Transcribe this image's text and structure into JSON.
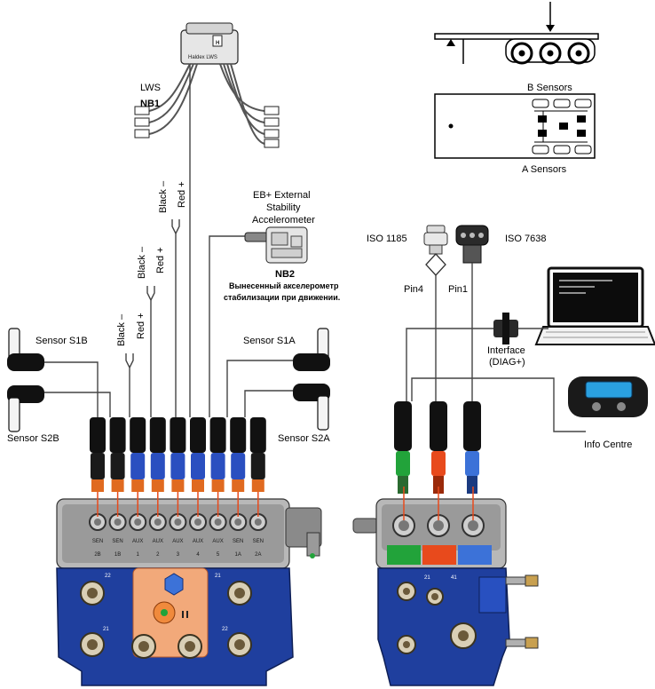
{
  "labels": {
    "lws": "LWS",
    "nb1": "NB1",
    "black": "Black –",
    "red": "Red +",
    "eb_line1": "EB+ External",
    "eb_line2": "Stability",
    "eb_line3": "Accelerometer",
    "nb2": "NB2",
    "nb2_ru1": "Вынесенный акселерометр",
    "nb2_ru2": "стабилизации при движении.",
    "sensor_s1b": "Sensor S1B",
    "sensor_s2b": "Sensor S2B",
    "sensor_s1a": "Sensor S1A",
    "sensor_s2a": "Sensor S2A",
    "b_sensors": "B Sensors",
    "a_sensors": "A Sensors",
    "iso1185": "ISO 1185",
    "iso7638": "ISO 7638",
    "pin4": "Pin4",
    "pin1": "Pin1",
    "interface_line1": "Interface",
    "interface_line2": "(DIAG+)",
    "info_centre": "Info Centre",
    "box_brand": "Haldex LWS"
  },
  "ports_left": [
    {
      "top": "SEN",
      "bottom": "2B"
    },
    {
      "top": "SEN",
      "bottom": "1B"
    },
    {
      "top": "AUX",
      "bottom": "1"
    },
    {
      "top": "AUX",
      "bottom": "2"
    },
    {
      "top": "AUX",
      "bottom": "3"
    },
    {
      "top": "AUX",
      "bottom": "4"
    },
    {
      "top": "AUX",
      "bottom": "5"
    },
    {
      "top": "SEN",
      "bottom": "1A"
    },
    {
      "top": "SEN",
      "bottom": "2A"
    }
  ],
  "colors": {
    "valve_blue": "#1f3f9e",
    "connector_blue": "#2a4fc0",
    "green_pin": "#22a33a",
    "red_pin": "#e84a1c",
    "blue_pin": "#3c72d8",
    "orange_plate": "#f2a97a"
  }
}
